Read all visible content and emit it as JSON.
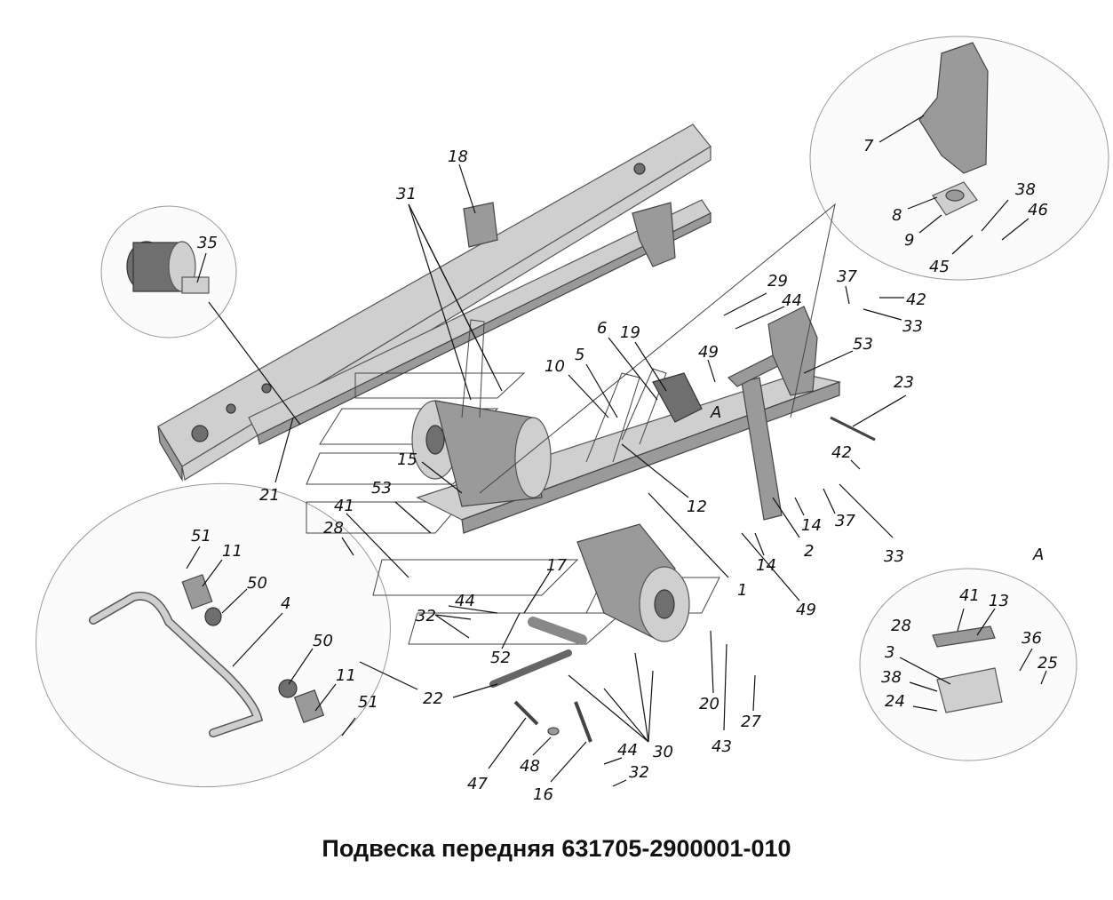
{
  "title": "Подвеска передняя 631705-2900001-010",
  "view_marker": "A",
  "callouts": [
    {
      "id": "c1",
      "label": "1"
    },
    {
      "id": "c2",
      "label": "2"
    },
    {
      "id": "c3",
      "label": "3"
    },
    {
      "id": "c4",
      "label": "4"
    },
    {
      "id": "c5",
      "label": "5"
    },
    {
      "id": "c6",
      "label": "6"
    },
    {
      "id": "c7",
      "label": "7"
    },
    {
      "id": "c8",
      "label": "8"
    },
    {
      "id": "c9",
      "label": "9"
    },
    {
      "id": "c10",
      "label": "10"
    },
    {
      "id": "c11a",
      "label": "11"
    },
    {
      "id": "c11b",
      "label": "11"
    },
    {
      "id": "c12",
      "label": "12"
    },
    {
      "id": "c13",
      "label": "13"
    },
    {
      "id": "c14a",
      "label": "14"
    },
    {
      "id": "c14b",
      "label": "14"
    },
    {
      "id": "c15",
      "label": "15"
    },
    {
      "id": "c16",
      "label": "16"
    },
    {
      "id": "c17",
      "label": "17"
    },
    {
      "id": "c18",
      "label": "18"
    },
    {
      "id": "c19",
      "label": "19"
    },
    {
      "id": "c20",
      "label": "20"
    },
    {
      "id": "c21",
      "label": "21"
    },
    {
      "id": "c22",
      "label": "22"
    },
    {
      "id": "c23",
      "label": "23"
    },
    {
      "id": "c24",
      "label": "24"
    },
    {
      "id": "c25",
      "label": "25"
    },
    {
      "id": "c27",
      "label": "27"
    },
    {
      "id": "c28a",
      "label": "28"
    },
    {
      "id": "c28b",
      "label": "28"
    },
    {
      "id": "c29",
      "label": "29"
    },
    {
      "id": "c30",
      "label": "30"
    },
    {
      "id": "c31",
      "label": "31"
    },
    {
      "id": "c32a",
      "label": "32"
    },
    {
      "id": "c32b",
      "label": "32"
    },
    {
      "id": "c33a",
      "label": "33"
    },
    {
      "id": "c33b",
      "label": "33"
    },
    {
      "id": "c35",
      "label": "35"
    },
    {
      "id": "c36",
      "label": "36"
    },
    {
      "id": "c37a",
      "label": "37"
    },
    {
      "id": "c37b",
      "label": "37"
    },
    {
      "id": "c38a",
      "label": "38"
    },
    {
      "id": "c38b",
      "label": "38"
    },
    {
      "id": "c41a",
      "label": "41"
    },
    {
      "id": "c41b",
      "label": "41"
    },
    {
      "id": "c42a",
      "label": "42"
    },
    {
      "id": "c42b",
      "label": "42"
    },
    {
      "id": "c43",
      "label": "43"
    },
    {
      "id": "c44a",
      "label": "44"
    },
    {
      "id": "c44b",
      "label": "44"
    },
    {
      "id": "c44c",
      "label": "44"
    },
    {
      "id": "c45",
      "label": "45"
    },
    {
      "id": "c46",
      "label": "46"
    },
    {
      "id": "c47",
      "label": "47"
    },
    {
      "id": "c48",
      "label": "48"
    },
    {
      "id": "c49a",
      "label": "49"
    },
    {
      "id": "c49b",
      "label": "49"
    },
    {
      "id": "c50a",
      "label": "50"
    },
    {
      "id": "c50b",
      "label": "50"
    },
    {
      "id": "c51a",
      "label": "51"
    },
    {
      "id": "c51b",
      "label": "51"
    },
    {
      "id": "c52",
      "label": "52"
    },
    {
      "id": "c53a",
      "label": "53"
    },
    {
      "id": "c53b",
      "label": "53"
    }
  ]
}
